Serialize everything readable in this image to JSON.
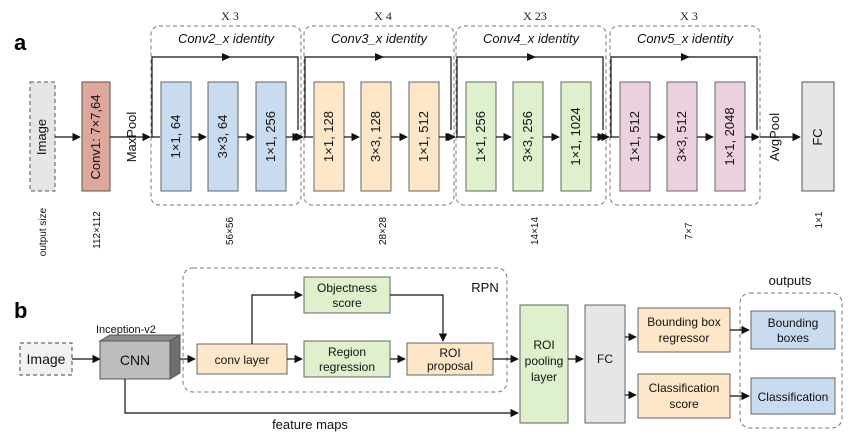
{
  "colors": {
    "blue": "#c9dbef",
    "orange": "#fde7c8",
    "green": "#def0cc",
    "pink": "#ebd0e0",
    "red": "#dea79b",
    "gray": "#e6e6e6"
  },
  "panel_a": {
    "label": "a",
    "image": "Image",
    "output_size_label": "output size",
    "conv1": "Conv1: 7×7,64",
    "conv1_size": "112×112",
    "maxpool": "MaxPool",
    "avgpool": "AvgPool",
    "fc": "FC",
    "fc_size": "1×1",
    "groups": [
      {
        "title": "Conv2_x identity",
        "mult": "X 3",
        "size": "56×56",
        "blocks": [
          "1×1, 64",
          "3×3, 64",
          "1×1, 256"
        ]
      },
      {
        "title": "Conv3_x identity",
        "mult": "X 4",
        "size": "28×28",
        "blocks": [
          "1×1, 128",
          "3×3, 128",
          "1×1, 512"
        ]
      },
      {
        "title": "Conv4_x identity",
        "mult": "X 23",
        "size": "14×14",
        "blocks": [
          "1×1, 256",
          "3×3, 256",
          "1×1, 1024"
        ]
      },
      {
        "title": "Conv5_x identity",
        "mult": "X 3",
        "size": "7×7",
        "blocks": [
          "1×1, 512",
          "3×3, 512",
          "1×1, 2048"
        ]
      }
    ]
  },
  "panel_b": {
    "label": "b",
    "image": "Image",
    "backbone_label": "Inception-v2",
    "cnn": "CNN",
    "conv_layer": "conv layer",
    "objectness": [
      "Objectness",
      "score"
    ],
    "region_regression": [
      "Region",
      "regression"
    ],
    "roi_proposal": [
      "ROI",
      "proposal"
    ],
    "rpn": "RPN",
    "roi_pooling": [
      "ROI",
      "pooling",
      "layer"
    ],
    "fc": "FC",
    "bbox_regressor": [
      "Bounding box",
      "regressor"
    ],
    "classification_score": [
      "Classification",
      "score"
    ],
    "outputs_title": "outputs",
    "bounding_boxes": [
      "Bounding",
      "boxes"
    ],
    "classification": "Classification",
    "feature_maps": "feature maps"
  }
}
